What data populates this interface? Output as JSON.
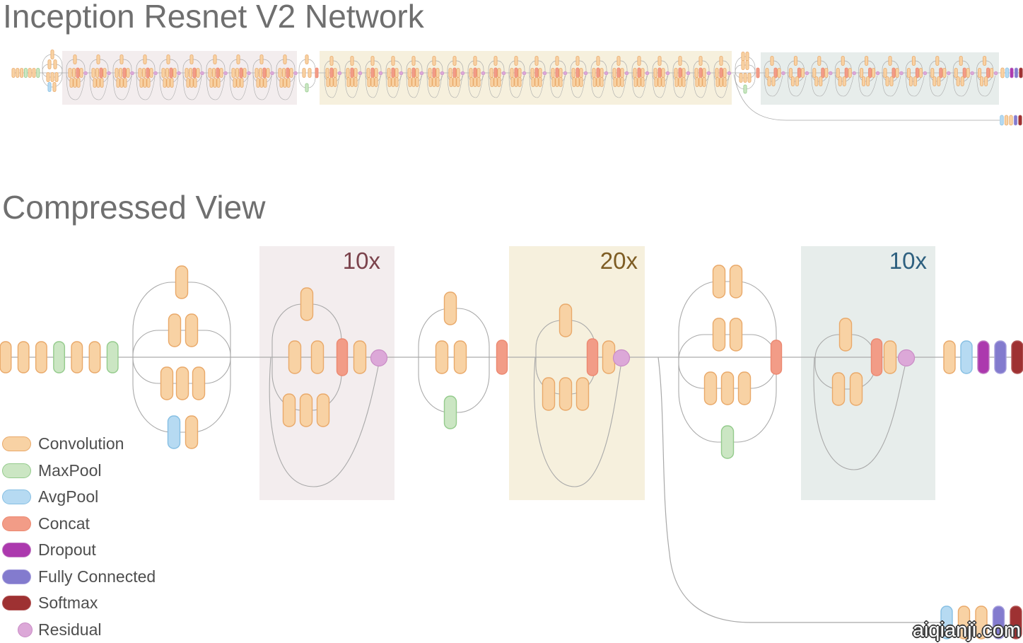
{
  "page": {
    "title": "Inception Resnet V2 Network",
    "section2_title": "Compressed View",
    "watermark": "aiqianji.com"
  },
  "palette": {
    "convolution": {
      "fill": "#F8D2A4",
      "stroke": "#E9A96A"
    },
    "maxpool": {
      "fill": "#CBE6C3",
      "stroke": "#94CB8C"
    },
    "avgpool": {
      "fill": "#B6DAF2",
      "stroke": "#86BFE3"
    },
    "concat": {
      "fill": "#F29C87",
      "stroke": "#EC8870"
    },
    "dropout": {
      "fill": "#AC39AE",
      "stroke": "#C17BC3"
    },
    "fully_connected": {
      "fill": "#837BCE",
      "stroke": "#A59EDD"
    },
    "softmax": {
      "fill": "#9E3132",
      "stroke": "#B25454"
    },
    "residual": {
      "fill": "#DCA8D8",
      "stroke": "#C98BC5"
    },
    "line": "#ACACAC",
    "outline": "#A9A9A9",
    "title_text": "#6F6F6F",
    "legend_text": "#4E4E4E"
  },
  "legend": {
    "items": [
      {
        "label": "Convolution",
        "type": "convolution",
        "shape": "pill"
      },
      {
        "label": "MaxPool",
        "type": "maxpool",
        "shape": "pill"
      },
      {
        "label": "AvgPool",
        "type": "avgpool",
        "shape": "pill"
      },
      {
        "label": "Concat",
        "type": "concat",
        "shape": "pill"
      },
      {
        "label": "Dropout",
        "type": "dropout",
        "shape": "pill"
      },
      {
        "label": "Fully Connected",
        "type": "fully_connected",
        "shape": "pill"
      },
      {
        "label": "Softmax",
        "type": "softmax",
        "shape": "pill"
      },
      {
        "label": "Residual",
        "type": "residual",
        "shape": "circle"
      }
    ]
  },
  "overview": {
    "input_sequence": [
      "convolution",
      "convolution",
      "convolution",
      "maxpool",
      "convolution",
      "convolution",
      "maxpool"
    ],
    "sections": [
      {
        "name": "inception-resnet-a",
        "repeat": 10,
        "box_fill": "#F3EDEE"
      },
      {
        "name": "inception-resnet-b",
        "repeat": 20,
        "box_fill": "#F6F0DD"
      },
      {
        "name": "inception-resnet-c",
        "repeat": 10,
        "box_fill": "#E7EDEB"
      }
    ],
    "output_sequence": [
      "convolution",
      "avgpool",
      "dropout",
      "fully_connected",
      "softmax"
    ],
    "aux_output_sequence": [
      "avgpool",
      "convolution",
      "convolution",
      "fully_connected",
      "softmax"
    ]
  },
  "compressed_view": {
    "stem_sequence": [
      "convolution",
      "convolution",
      "convolution",
      "maxpool",
      "convolution",
      "convolution",
      "maxpool"
    ],
    "blocks": [
      {
        "name": "inception-resnet-a-block",
        "repeat_label": "10x",
        "box_fill": "#F3EDEE",
        "label_color": "#7B434C"
      },
      {
        "name": "inception-resnet-b-block",
        "repeat_label": "20x",
        "box_fill": "#F6F0DD",
        "label_color": "#7E5D24"
      },
      {
        "name": "inception-resnet-c-block",
        "repeat_label": "10x",
        "box_fill": "#E7EDEB",
        "label_color": "#2E607F"
      }
    ],
    "output_sequence": [
      "convolution",
      "avgpool",
      "dropout",
      "fully_connected",
      "softmax"
    ],
    "aux_output_sequence": [
      "avgpool",
      "convolution",
      "convolution",
      "fully_connected",
      "softmax"
    ]
  }
}
